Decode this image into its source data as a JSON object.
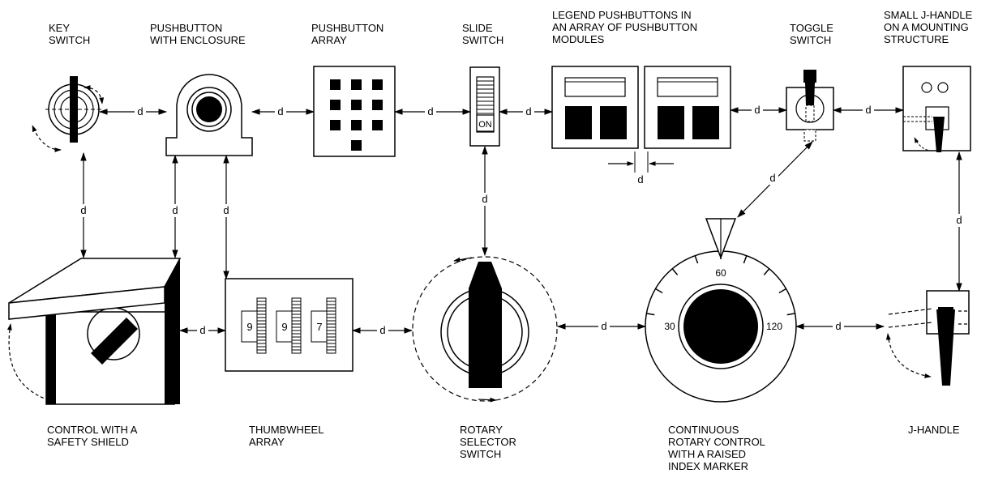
{
  "labels": {
    "key_switch": "KEY\nSWITCH",
    "pushbutton_enclosure": "PUSHBUTTON\nWITH ENCLOSURE",
    "pushbutton_array": "PUSHBUTTON\nARRAY",
    "slide_switch": "SLIDE\nSWITCH",
    "legend_pushbuttons": "LEGEND PUSHBUTTONS IN\nAN ARRAY OF PUSHBUTTON\nMODULES",
    "toggle_switch": "TOGGLE\nSWITCH",
    "small_j_handle": "SMALL J-HANDLE\nON A MOUNTING\nSTRUCTURE",
    "safety_shield": "CONTROL WITH A\nSAFETY SHIELD",
    "thumbwheel_array": "THUMBWHEEL\nARRAY",
    "rotary_selector": "ROTARY\nSELECTOR\nSWITCH",
    "continuous_rotary": "CONTINUOUS\nROTARY CONTROL\nWITH A RAISED\nINDEX MARKER",
    "j_handle": "J-HANDLE"
  },
  "distance_symbol": "d",
  "slide_on_text": "ON",
  "thumbwheel_digits": [
    "9",
    "9",
    "7"
  ],
  "dial_marks": {
    "top": "60",
    "left": "30",
    "right": "120"
  }
}
